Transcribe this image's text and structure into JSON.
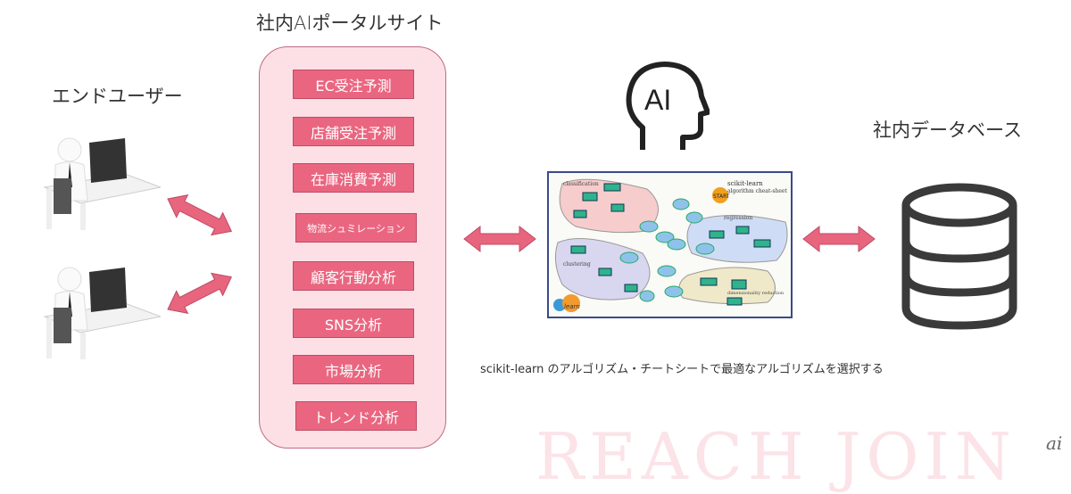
{
  "labels": {
    "end_user": "エンドユーザー",
    "portal_title": "社内AIポータルサイト",
    "database": "社内データベース",
    "ai": "AI",
    "caption": "scikit-learn のアルゴリズム・チートシートで最適なアルゴリズムを選択する",
    "watermark": "REACH JOIN",
    "logo": "ai"
  },
  "portal": {
    "buttons": [
      "EC受注予測",
      "店舗受注予測",
      "在庫消費予測",
      "物流シュミレーション",
      "顧客行動分析",
      "SNS分析",
      "市場分析",
      "トレンド分析"
    ]
  },
  "cheatsheet": {
    "title": "scikit-learn algorithm cheat-sheet",
    "start": "START",
    "regions": [
      "classification",
      "clustering",
      "regression",
      "dimensionality reduction"
    ],
    "logo": "learn"
  },
  "colors": {
    "button": "#ea6680",
    "panel": "#fde0e6",
    "arrow": "#e8657e"
  }
}
